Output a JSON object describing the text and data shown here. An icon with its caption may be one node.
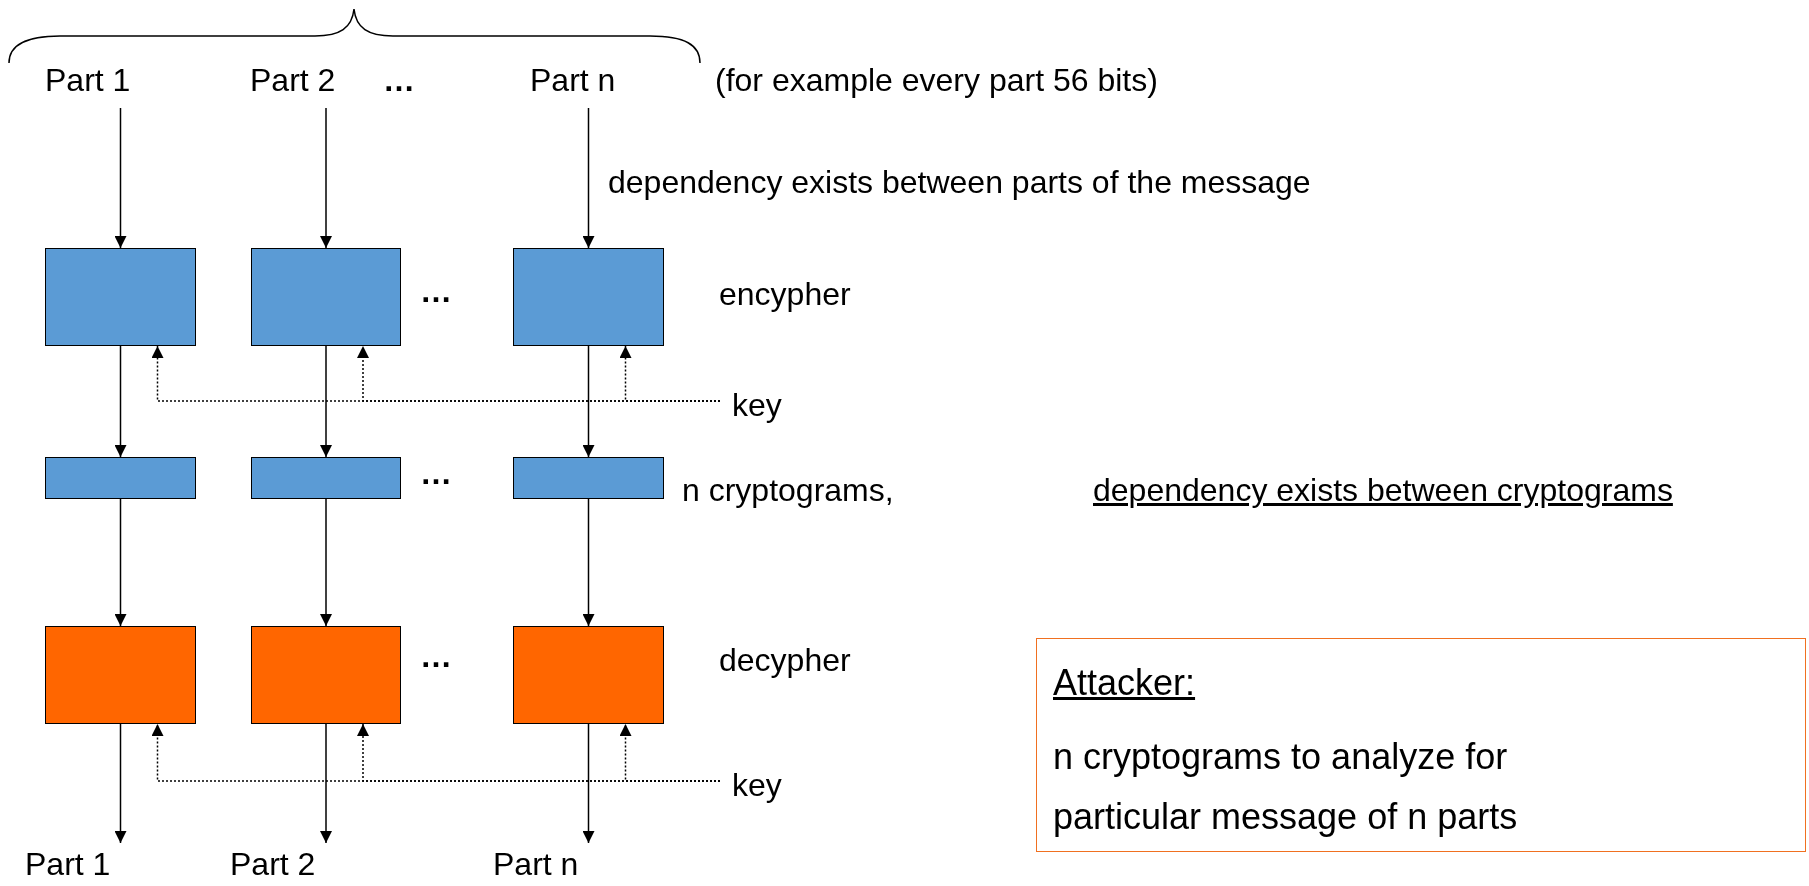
{
  "diagram": {
    "nodes": [
      {
        "text": [
          "Part 1"
        ]
      },
      {
        "text": [
          "Part 2"
        ]
      },
      {
        "text": [
          "Part n"
        ]
      },
      {
        "text": [],
        "shape": "box"
      },
      {
        "text": [],
        "shape": "box"
      },
      {
        "text": [],
        "shape": "box"
      },
      {
        "text": [
          "key"
        ]
      },
      {
        "text": [],
        "shape": "box"
      },
      {
        "text": [],
        "shape": "box"
      },
      {
        "text": [],
        "shape": "box"
      },
      {
        "text": [],
        "shape": "box"
      },
      {
        "text": [],
        "shape": "box"
      },
      {
        "text": [],
        "shape": "box"
      },
      {
        "text": [
          "key"
        ]
      },
      {
        "text": [
          "Part 1"
        ]
      },
      {
        "text": [
          "Part 2"
        ]
      },
      {
        "text": [
          "Part n"
        ]
      },
      {
        "text": [
          "Attacker:",
          "n cryptograms to analyze for particular message of n parts"
        ]
      }
    ],
    "edges": [
      {
        "from": 0,
        "to": 3,
        "arrow": "to"
      },
      {
        "from": 1,
        "to": 4,
        "arrow": "to"
      },
      {
        "from": 2,
        "to": 5,
        "arrow": "to"
      },
      {
        "from": 6,
        "to": 3,
        "arrow": "to",
        "style": "dashed"
      },
      {
        "from": 6,
        "to": 4,
        "arrow": "to",
        "style": "dashed"
      },
      {
        "from": 6,
        "to": 5,
        "arrow": "to",
        "style": "dashed"
      },
      {
        "from": 3,
        "to": 7,
        "arrow": "to"
      },
      {
        "from": 4,
        "to": 8,
        "arrow": "to"
      },
      {
        "from": 5,
        "to": 9,
        "arrow": "to"
      },
      {
        "from": 7,
        "to": 10,
        "arrow": "to"
      },
      {
        "from": 8,
        "to": 11,
        "arrow": "to"
      },
      {
        "from": 9,
        "to": 12,
        "arrow": "to"
      },
      {
        "from": 13,
        "to": 10,
        "arrow": "to",
        "style": "dashed"
      },
      {
        "from": 13,
        "to": 11,
        "arrow": "to",
        "style": "dashed"
      },
      {
        "from": 13,
        "to": 12,
        "arrow": "to",
        "style": "dashed"
      },
      {
        "from": 10,
        "to": 14,
        "arrow": "to"
      },
      {
        "from": 11,
        "to": 15,
        "arrow": "to"
      },
      {
        "from": 12,
        "to": 16,
        "arrow": "to"
      }
    ],
    "labels": [
      "…",
      "(for example every part 56 bits)",
      "dependency exists between parts of the message",
      "…",
      "encypher",
      "…",
      "n cryptograms,",
      "dependency exists between cryptograms",
      "…",
      "decypher"
    ]
  }
}
